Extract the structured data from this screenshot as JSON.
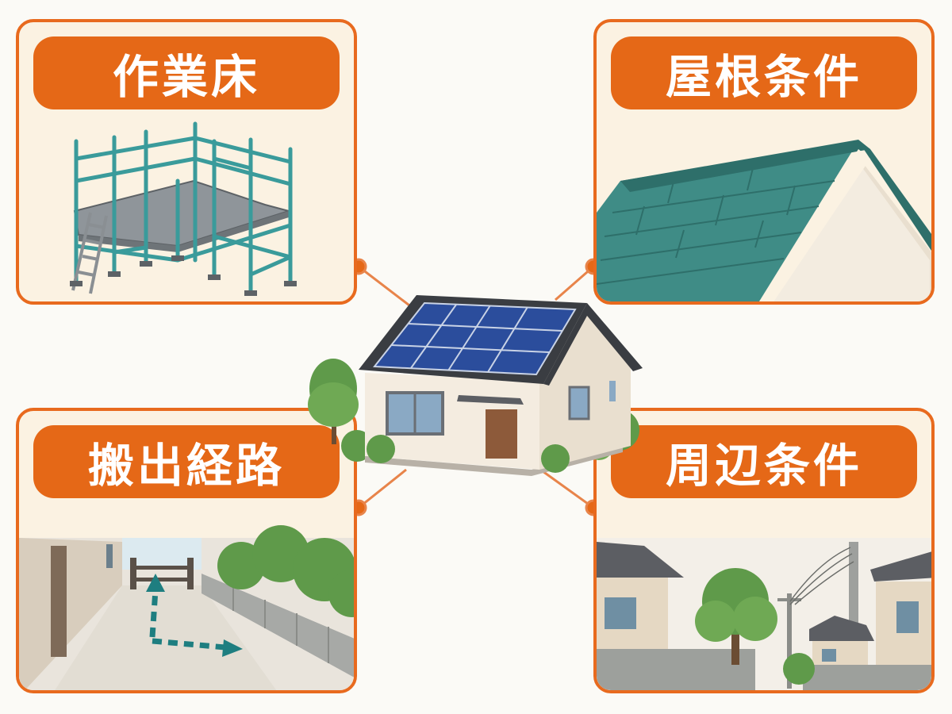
{
  "panels": {
    "work_floor": {
      "label": "作業床",
      "icon": "scaffold-icon"
    },
    "roof_conditions": {
      "label": "屋根条件",
      "icon": "roof-icon"
    },
    "carry_out_route": {
      "label": "搬出経路",
      "icon": "route-icon"
    },
    "surrounding_conditions": {
      "label": "周辺条件",
      "icon": "neighborhood-icon"
    }
  },
  "center": {
    "icon": "solar-house-icon"
  },
  "colors": {
    "accent": "#e56817",
    "panel_bg": "#fbf2e2",
    "scaffold": "#3a9b9b",
    "roof": "#3f8c86",
    "solar": "#2b4d9c",
    "arrow": "#1e7e80"
  }
}
